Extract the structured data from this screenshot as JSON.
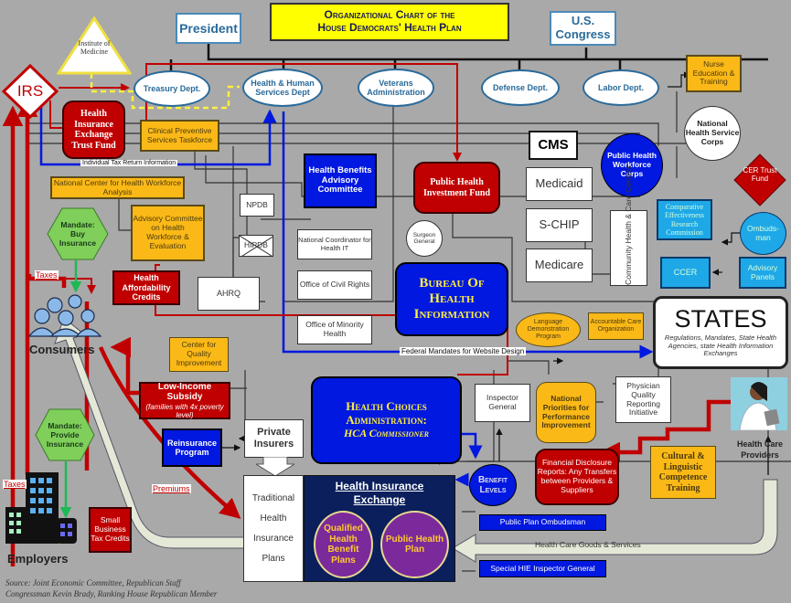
{
  "title": {
    "line1": "Organizational Chart of the",
    "line2": "House Democrats' Health Plan"
  },
  "top": {
    "president": "President",
    "congress": "U.S. Congress",
    "institute": "Institute of Medicine",
    "irs": "IRS"
  },
  "departments": {
    "treasury": "Treasury Dept.",
    "hhs": "Health & Human Services Dept",
    "va": "Veterans Administration",
    "defense": "Defense Dept.",
    "labor": "Labor Dept."
  },
  "nodes": {
    "trust_fund": "Health Insurance Exchange Trust Fund",
    "clinical": "Clinical Preventive Services Taskforce",
    "nurse": "Nurse Education & Training",
    "nhsc": "National Health Service Corps",
    "cer_trust": "CER Trust Fund",
    "ncwa": "National Center for Health Workforce Analysis",
    "advisory_workforce": "Advisory Committee on Health Workforce & Evaluation",
    "mandate_buy": "Mandate: Buy Insurance",
    "npdb": "NPDB",
    "hipdb": "HIPDB",
    "hbac": "Health Benefits Advisory Committee",
    "phif": "Public Health Investment Fund",
    "cms": "CMS",
    "medicaid": "Medicaid",
    "schip": "S-CHIP",
    "medicare": "Medicare",
    "phwc": "Public Health Workforce Corps",
    "chcc": "Community Health & Care Centers",
    "cerc": "Comparative Effectiveness Research Commission",
    "ombudsman": "Ombuds-man",
    "ccer": "CCER",
    "advisory_panels": "Advisory Panels",
    "hac": "Health Affordability Credits",
    "ahrq": "AHRQ",
    "nchit": "National Coordinator for Health IT",
    "ocr": "Office of Civil Rights",
    "omh": "Office of Minority Health",
    "surgeon": "Surgeon General",
    "bhi": "Bureau Of Health Information",
    "ldp": "Language Demonstration Program",
    "aco": "Accountable Care Organization",
    "states_title": "STATES",
    "states_sub": "Regulations, Mandates, State Health Agencies, state Health Information Exchanges",
    "cqi": "Center for Quality Improvement",
    "lis_title": "Low-Income Subsidy",
    "lis_sub": "(families with 4x poverty level)",
    "hca_line1": "Health Choices",
    "hca_line2": "Administration:",
    "hca_line3": "HCA Commissioner",
    "ig": "Inspector General",
    "nppi": "National Priorities for Performance Improvement",
    "pqri": "Physician Quality Reporting Initiative",
    "reinsurance": "Reinsurance Program",
    "private": "Private Insurers",
    "mandate_provide": "Mandate: Provide Insurance",
    "fdr": "Financial Disclosure Reports: Any Transfers between Providers & Suppliers",
    "clct": "Cultural & Linguistic Competence Training",
    "benefit": "Benefit Levels",
    "traditional": "Traditional Health Insurance Plans",
    "hie": "Health Insurance Exchange",
    "qhbp": "Qualified Health Benefit Plans",
    "php": "Public Health Plan",
    "ppo": "Public Plan Ombudsman",
    "shie": "Special HIE Inspector General",
    "sbtc": "Small Business Tax Credits",
    "consumers": "Consumers",
    "employers": "Employers",
    "providers": "Health Care Providers"
  },
  "edge_labels": {
    "tax_info": "Individual Tax Return Information",
    "website": "Federal Mandates for Website Design",
    "taxes1": "Taxes",
    "taxes2": "Taxes",
    "premiums": "Premiums",
    "goods": "Health Care Goods & Services"
  },
  "source": {
    "line1": "Source: Joint Economic Committee, Republican Staff",
    "line2": "Congressman Kevin Brady, Ranking House Republican Member"
  },
  "icons": {
    "consumers": "people-group-icon",
    "employers": "office-building-icon",
    "providers": "doctor-icon"
  },
  "colors": {
    "background": "#a9a9a9",
    "yellow": "#fbb917",
    "red": "#c00000",
    "blue": "#0018e0",
    "cyan": "#1ea8e8",
    "navy": "#0a1f5c",
    "purple": "#7b2a9c",
    "title_bg": "#ffff00"
  }
}
